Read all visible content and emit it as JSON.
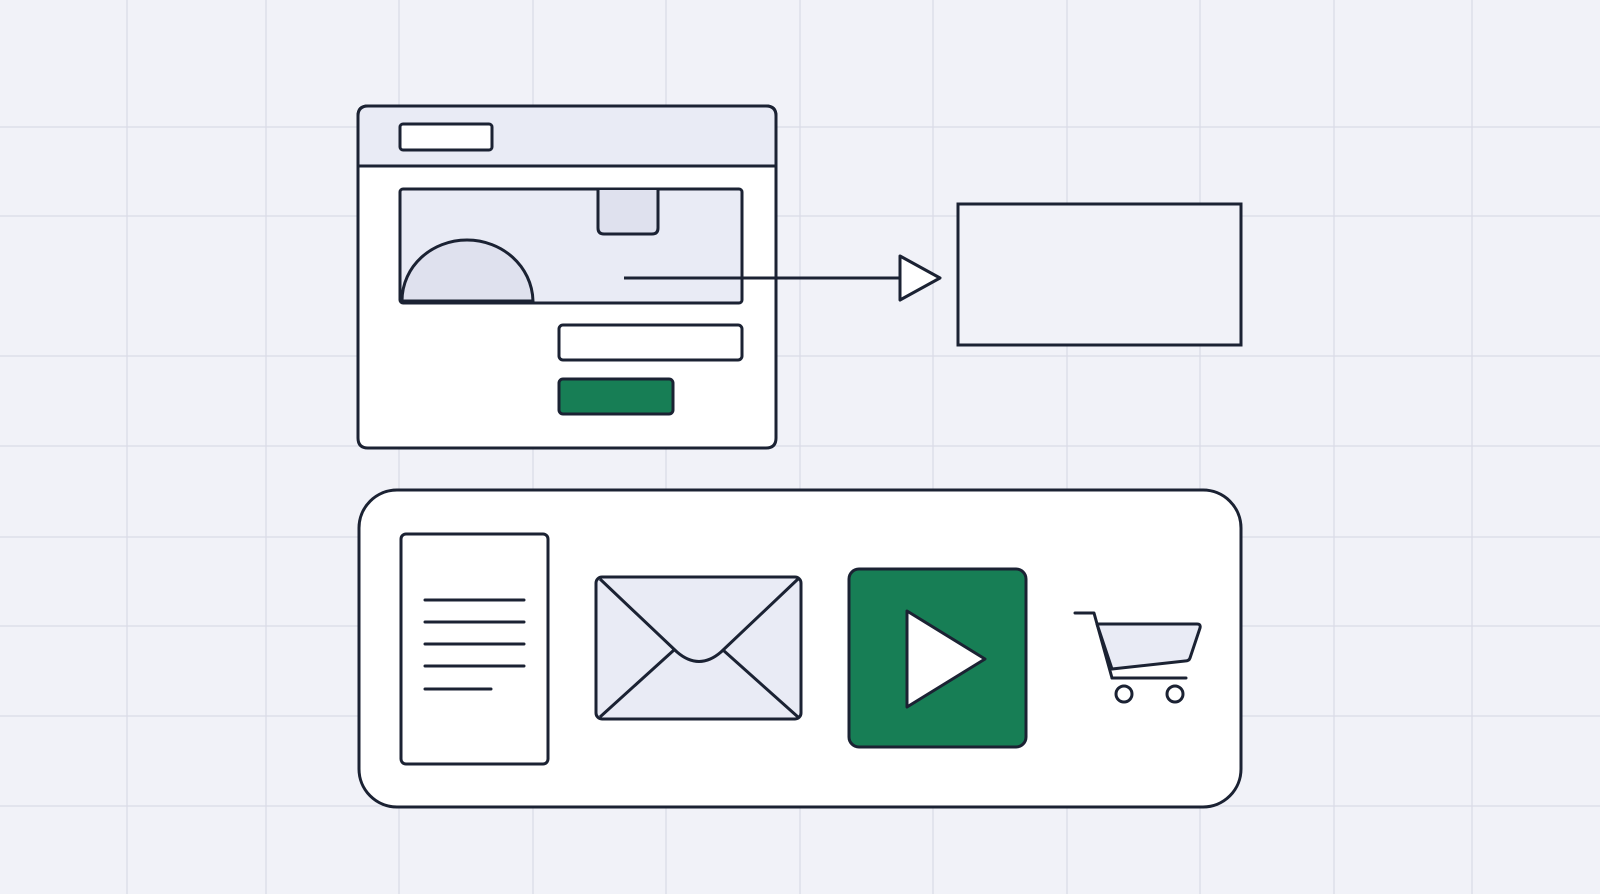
{
  "colors": {
    "background": "#f1f2f8",
    "grid_line": "#d9dbe6",
    "outline": "#1b2233",
    "panel_fill": "#ffffff",
    "muted_fill": "#e9ebf5",
    "shape_fill": "#dfe1ee",
    "accent_green": "#177e55"
  },
  "wireframe_window": {
    "icons": [
      "title-bar-pill",
      "hero-image-placeholder",
      "text-input-placeholder",
      "primary-button-placeholder"
    ]
  },
  "flow": {
    "arrow_icon": "arrow-right-icon",
    "target_icon": "empty-output-box"
  },
  "icon_tray": {
    "items": [
      {
        "id": "document",
        "icon": "document-icon"
      },
      {
        "id": "mail",
        "icon": "envelope-icon"
      },
      {
        "id": "video",
        "icon": "play-icon"
      },
      {
        "id": "cart",
        "icon": "shopping-cart-icon"
      }
    ]
  }
}
